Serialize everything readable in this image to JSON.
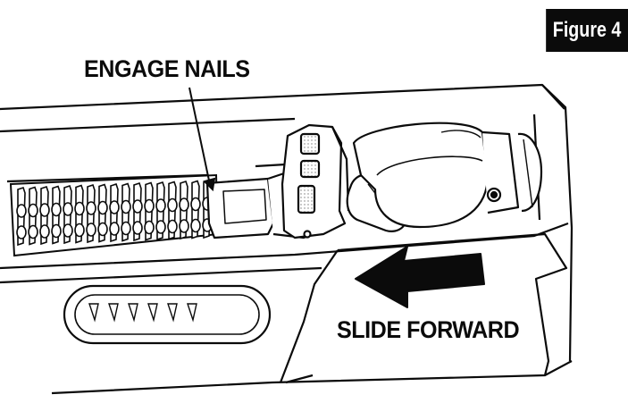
{
  "figure": {
    "tag": "Figure 4",
    "callouts": {
      "engage_nails": "ENGAGE NAILS",
      "slide_forward": "SLIDE FORWARD"
    },
    "colors": {
      "ink": "#0b0b0b",
      "paper": "#ffffff",
      "shade": "#8a8a8a"
    }
  }
}
